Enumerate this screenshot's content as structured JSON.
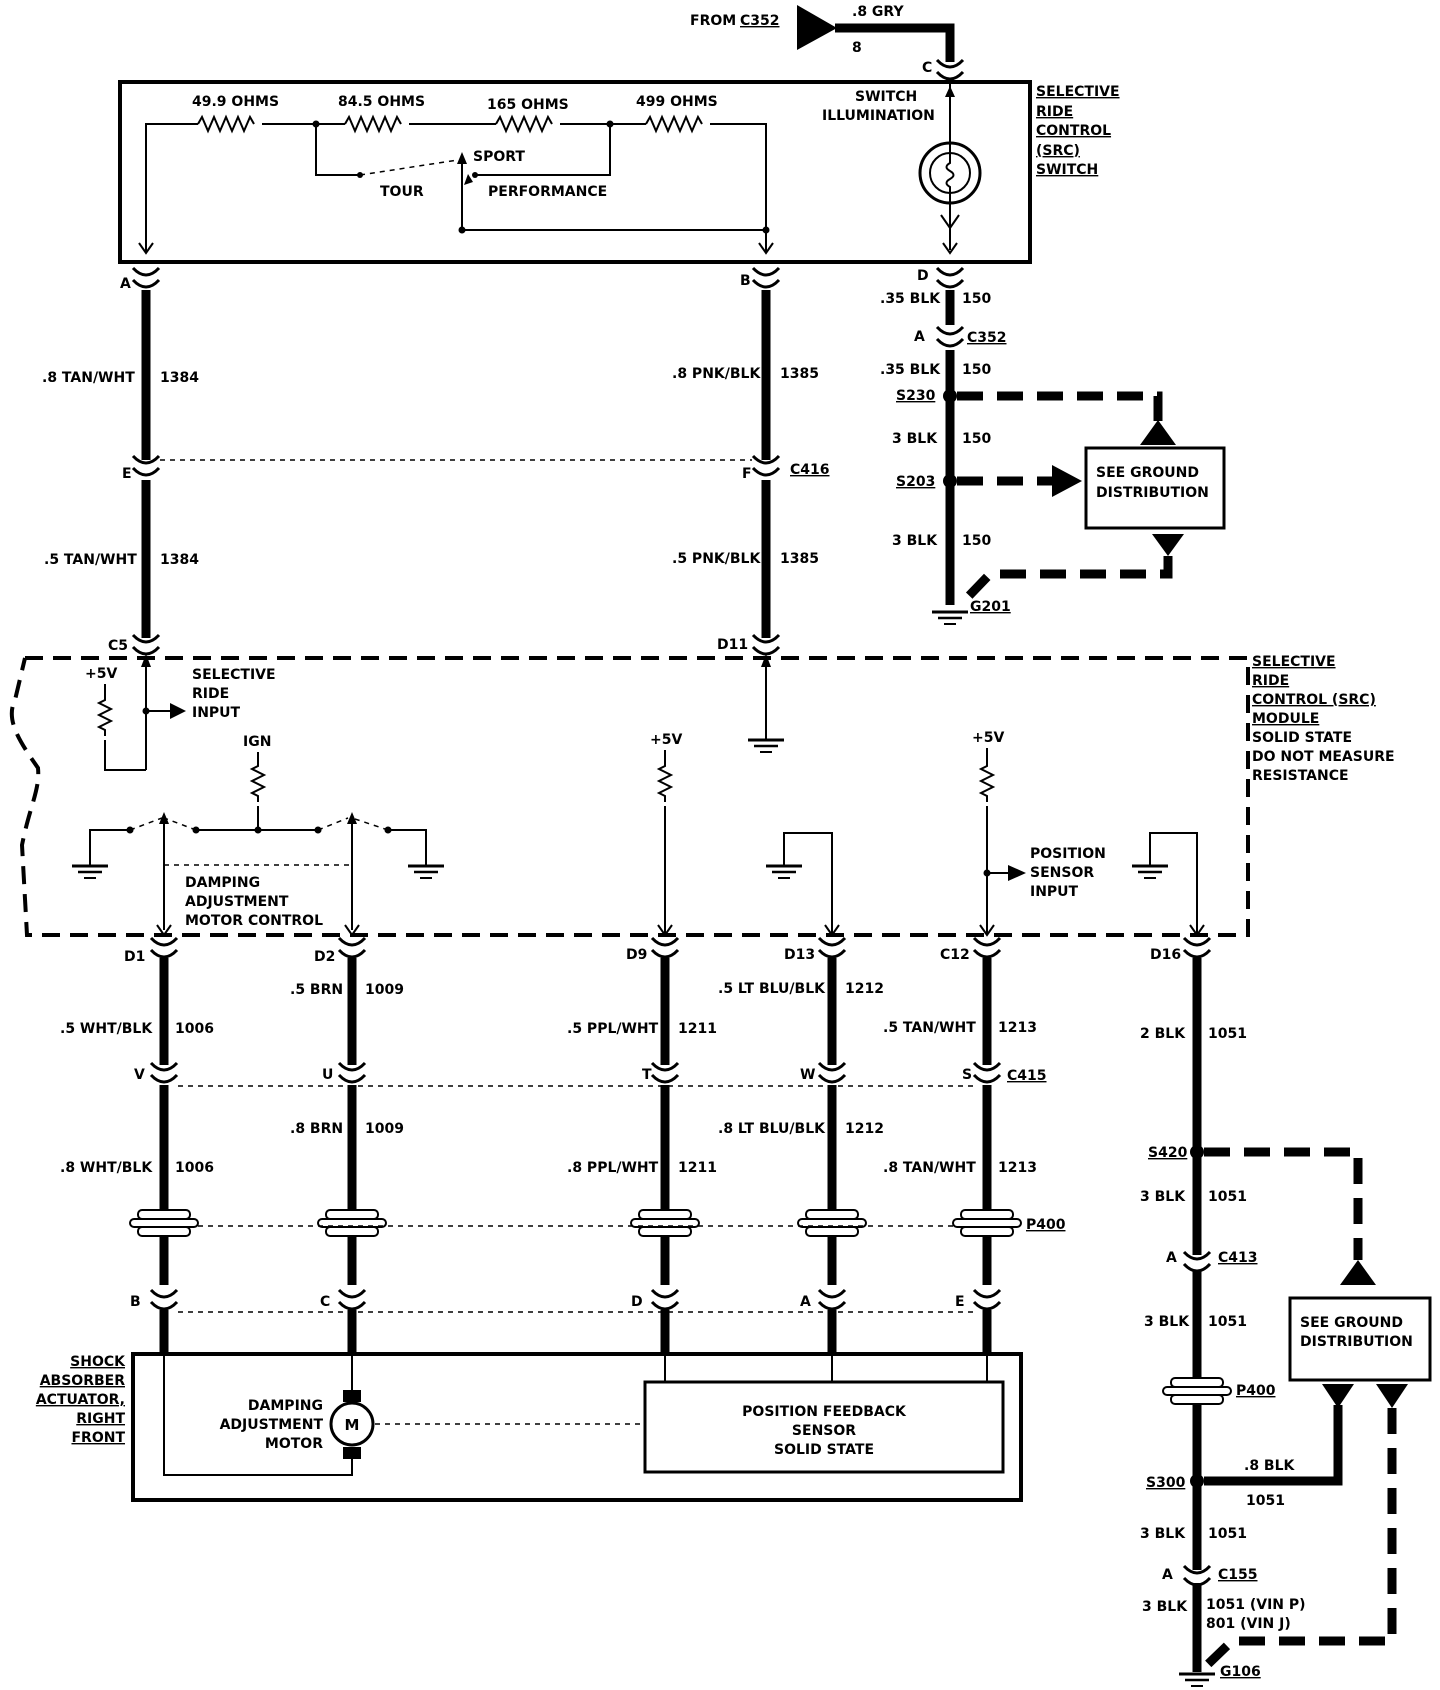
{
  "top": {
    "from_label": "FROM",
    "from_connector": "C352",
    "wire_color": ".8 GRY",
    "wire_circuit": "8",
    "pin": "C"
  },
  "switch": {
    "name_lines": [
      "SELECTIVE",
      "RIDE",
      "CONTROL",
      "(SRC)",
      "SWITCH"
    ],
    "resistors": [
      "49.9 OHMS",
      "84.5 OHMS",
      "165 OHMS",
      "499 OHMS"
    ],
    "modes": {
      "sport": "SPORT",
      "tour": "TOUR",
      "performance": "PERFORMANCE"
    },
    "illum_lines": [
      "SWITCH",
      "ILLUMINATION"
    ],
    "pins": {
      "a": "A",
      "b": "B",
      "d": "D"
    }
  },
  "wires_upper": {
    "left_1": {
      "color": ".8 TAN/WHT",
      "circuit": "1384"
    },
    "left_2": {
      "color": ".5 TAN/WHT",
      "circuit": "1384"
    },
    "mid_1": {
      "color": ".8 PNK/BLK",
      "circuit": "1385"
    },
    "mid_2": {
      "color": ".5 PNK/BLK",
      "circuit": "1385"
    },
    "c416": {
      "pin_e": "E",
      "pin_f": "F",
      "connector": "C416"
    },
    "module_pins": {
      "c5": "C5",
      "d11": "D11"
    }
  },
  "ground_right": {
    "w1": {
      "color": ".35 BLK",
      "circuit": "150"
    },
    "c352": {
      "pin": "A",
      "connector": "C352"
    },
    "w2": {
      "color": ".35 BLK",
      "circuit": "150"
    },
    "s230": "S230",
    "w3": {
      "color": "3 BLK",
      "circuit": "150"
    },
    "s203": "S203",
    "w4": {
      "color": "3 BLK",
      "circuit": "150"
    },
    "g201": "G201",
    "see_lines": [
      "SEE GROUND",
      "DISTRIBUTION"
    ]
  },
  "module": {
    "name_lines": [
      "SELECTIVE",
      "RIDE",
      "CONTROL (SRC)",
      "MODULE",
      "SOLID STATE",
      "DO NOT MEASURE",
      "RESISTANCE"
    ],
    "plus5v": "+5V",
    "ign": "IGN",
    "sri_lines": [
      "SELECTIVE",
      "RIDE",
      "INPUT"
    ],
    "damp_lines": [
      "DAMPING",
      "ADJUSTMENT",
      "MOTOR CONTROL"
    ],
    "pos_lines": [
      "POSITION",
      "SENSOR",
      "INPUT"
    ],
    "pins": [
      "D1",
      "D2",
      "D9",
      "D13",
      "C12",
      "D16"
    ]
  },
  "lower_wires": [
    {
      "c1": ".5 WHT/BLK",
      "n1": "1006",
      "pin415": "V",
      "c2": ".8 WHT/BLK",
      "n2": "1006",
      "pin": "B"
    },
    {
      "c1": ".5 BRN",
      "n1": "1009",
      "pin415": "U",
      "c2": ".8 BRN",
      "n2": "1009",
      "pin": "C"
    },
    {
      "c1": ".5 PPL/WHT",
      "n1": "1211",
      "pin415": "T",
      "c2": ".8 PPL/WHT",
      "n2": "1211",
      "pin": "D"
    },
    {
      "c1": ".5 LT BLU/BLK",
      "n1": "1212",
      "pin415": "W",
      "c2": ".8 LT BLU/BLK",
      "n2": "1212",
      "pin": "A"
    },
    {
      "c1": ".5 TAN/WHT",
      "n1": "1213",
      "pin415": "S",
      "c2": ".8 TAN/WHT",
      "n2": "1213",
      "pin": "E"
    }
  ],
  "c415": "C415",
  "p400": "P400",
  "shock": {
    "name_lines": [
      "SHOCK",
      "ABSORBER",
      "ACTUATOR,",
      "RIGHT",
      "FRONT"
    ],
    "motor_lines": [
      "DAMPING",
      "ADJUSTMENT",
      "MOTOR"
    ],
    "motor_symbol": "M",
    "sensor_lines": [
      "POSITION FEEDBACK",
      "SENSOR",
      "SOLID STATE"
    ]
  },
  "d16_chain": {
    "w1": {
      "color": "2 BLK",
      "circuit": "1051"
    },
    "s420": "S420",
    "w2": {
      "color": "3 BLK",
      "circuit": "1051"
    },
    "c413": {
      "pin": "A",
      "connector": "C413"
    },
    "w3": {
      "color": "3 BLK",
      "circuit": "1051"
    },
    "p400": "P400",
    "s300": "S300",
    "branch": {
      "color": ".8 BLK",
      "circuit": "1051"
    },
    "w4": {
      "color": "3 BLK",
      "circuit": "1051"
    },
    "c155": {
      "pin": "A",
      "connector": "C155"
    },
    "w5": {
      "color": "3 BLK",
      "circuit_line1": "1051  (VIN P)",
      "circuit_line2": "801  (VIN J)"
    },
    "g106": "G106",
    "see_lines": [
      "SEE GROUND",
      "DISTRIBUTION"
    ]
  }
}
